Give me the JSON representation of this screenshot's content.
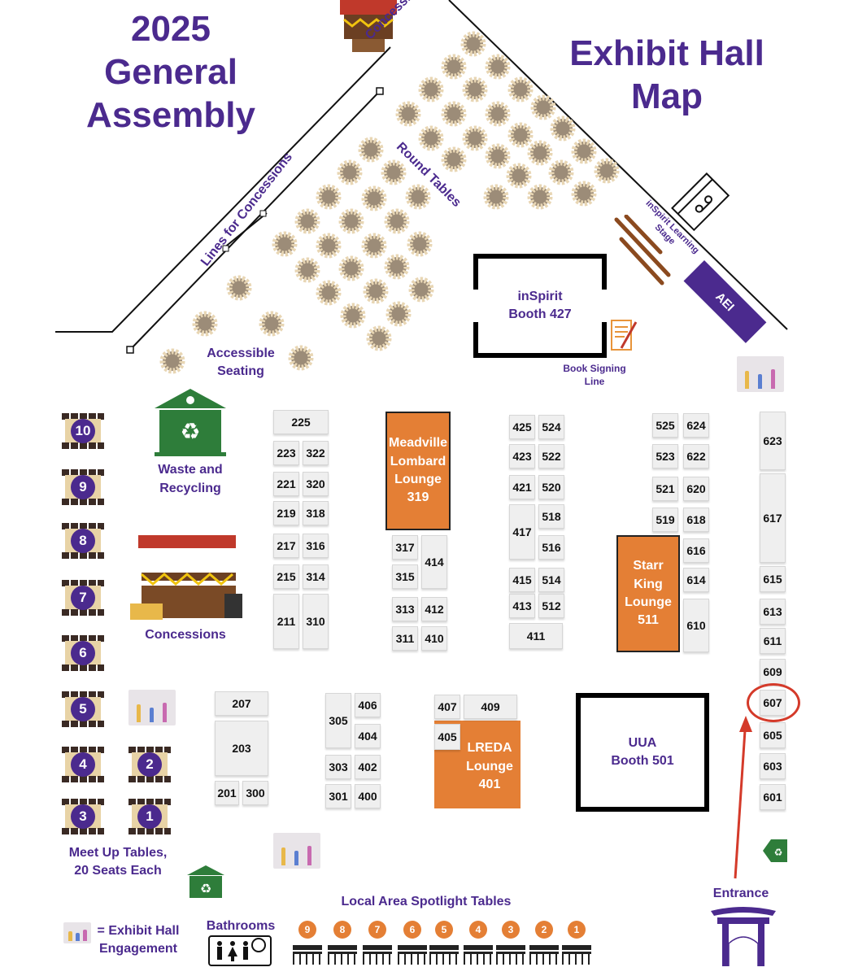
{
  "header": {
    "left_title_lines": [
      "2025",
      "General",
      "Assembly"
    ],
    "right_title_lines": [
      "Exhibit Hall",
      "Map"
    ]
  },
  "areas": {
    "concessions_top": "Concessions",
    "lines_for_concessions": "Lines for Concessions",
    "round_tables": "Round Tables",
    "learning_stage_lines": [
      "inSpirit Learning",
      "Stage"
    ],
    "aei": "AEI",
    "accessible_seating_lines": [
      "Accessible",
      "Seating"
    ],
    "book_signing_lines": [
      "Book Signing",
      "Line"
    ],
    "waste_recycling_lines": [
      "Waste and",
      "Recycling"
    ],
    "concessions_left": "Concessions",
    "meetup_tables_lines": [
      "Meet Up Tables,",
      "20 Seats Each"
    ],
    "spotlight_tables": "Local Area Spotlight Tables",
    "entrance": "Entrance",
    "bathrooms": "Bathrooms",
    "legend_lines": [
      "= Exhibit Hall",
      "Engagement"
    ]
  },
  "big_booths": {
    "inspirit_lines": [
      "inSpirit",
      "Booth 427"
    ],
    "uua_lines": [
      "UUA",
      "Booth 501"
    ]
  },
  "lounges": {
    "meadville_lines": [
      "Meadville",
      "Lombard",
      "Lounge",
      "319"
    ],
    "starr_king_lines": [
      "Starr",
      "King",
      "Lounge",
      "511"
    ],
    "lreda_lines": [
      "LREDA",
      "Lounge",
      "401"
    ]
  },
  "booths": [
    "225",
    "223",
    "322",
    "221",
    "320",
    "219",
    "318",
    "217",
    "316",
    "215",
    "314",
    "211",
    "310",
    "317",
    "414",
    "315",
    "313",
    "412",
    "311",
    "410",
    "425",
    "524",
    "423",
    "522",
    "421",
    "520",
    "518",
    "417",
    "516",
    "415",
    "514",
    "413",
    "512",
    "411",
    "525",
    "624",
    "523",
    "622",
    "521",
    "620",
    "519",
    "618",
    "616",
    "614",
    "610",
    "623",
    "617",
    "615",
    "613",
    "611",
    "609",
    "607",
    "605",
    "603",
    "601",
    "207",
    "203",
    "201",
    "300",
    "406",
    "305",
    "404",
    "303",
    "402",
    "301",
    "400",
    "407",
    "409",
    "405"
  ],
  "meetup_tables": [
    "10",
    "9",
    "8",
    "7",
    "6",
    "5",
    "4",
    "2",
    "3",
    "1"
  ],
  "spotlight_tables": [
    "9",
    "8",
    "7",
    "6",
    "5",
    "4",
    "3",
    "2",
    "1"
  ],
  "highlight": {
    "booth": "607",
    "color": "#d43a2a"
  },
  "colors": {
    "purple": "#4b2a8e",
    "orange": "#e47f35",
    "green": "#2e7d3a",
    "booth": "#efefef",
    "highlight": "#d43a2a"
  }
}
